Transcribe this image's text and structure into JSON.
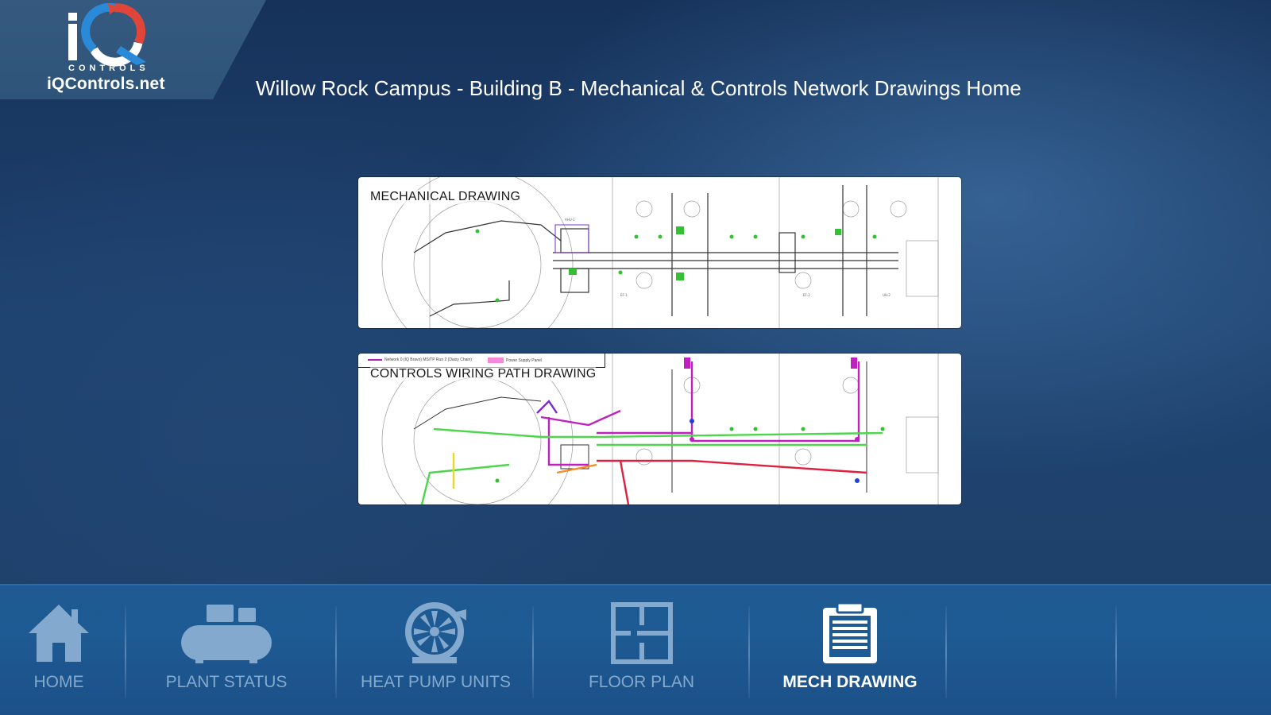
{
  "brand": {
    "logo_letters": "iQ",
    "logo_sub": "CONTROLS",
    "url": "iQControls.net"
  },
  "header": {
    "title": "Willow Rock Campus - Building B - Mechanical & Controls Network Drawings Home"
  },
  "drawings": [
    {
      "label": "MECHANICAL DRAWING"
    },
    {
      "label": "CONTROLS WIRING PATH DRAWING",
      "legend": [
        "Network 0 (IQ Bravo) MS/TP Run 2 (Daisy Chain)",
        "Power Supply Panel"
      ]
    }
  ],
  "nav": {
    "items": [
      {
        "label": "HOME",
        "icon": "home-icon"
      },
      {
        "label": "PLANT STATUS",
        "icon": "compressor-icon"
      },
      {
        "label": "HEAT PUMP UNITS",
        "icon": "fan-unit-icon"
      },
      {
        "label": "FLOOR PLAN",
        "icon": "floor-plan-icon"
      },
      {
        "label": "MECH DRAWING",
        "icon": "clipboard-icon"
      }
    ],
    "active": "MECH DRAWING"
  },
  "colors": {
    "background": "#1e3d68",
    "nav_bar": "#1e5a93",
    "nav_label": "#84a9ce",
    "nav_active": "#ffffff",
    "logo_red": "#e0453a",
    "logo_blue": "#2a8ad8",
    "wire_magenta": "#c020c0",
    "wire_green": "#4cd64c",
    "wire_red": "#e02040"
  }
}
